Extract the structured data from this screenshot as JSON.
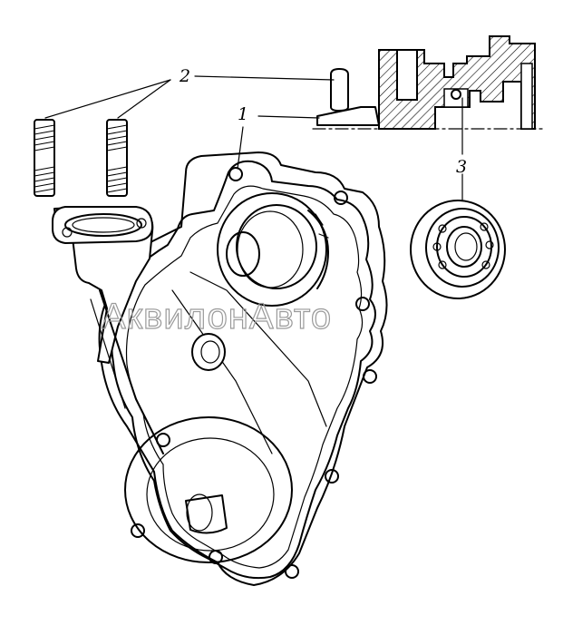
{
  "watermark": "АквилонАвто",
  "callouts": [
    {
      "id": "1",
      "label": "1"
    },
    {
      "id": "2",
      "label": "2"
    },
    {
      "id": "3",
      "label": "3"
    }
  ],
  "colors": {
    "line": "#000000",
    "background": "#ffffff",
    "watermark": "#9a9a9a"
  }
}
